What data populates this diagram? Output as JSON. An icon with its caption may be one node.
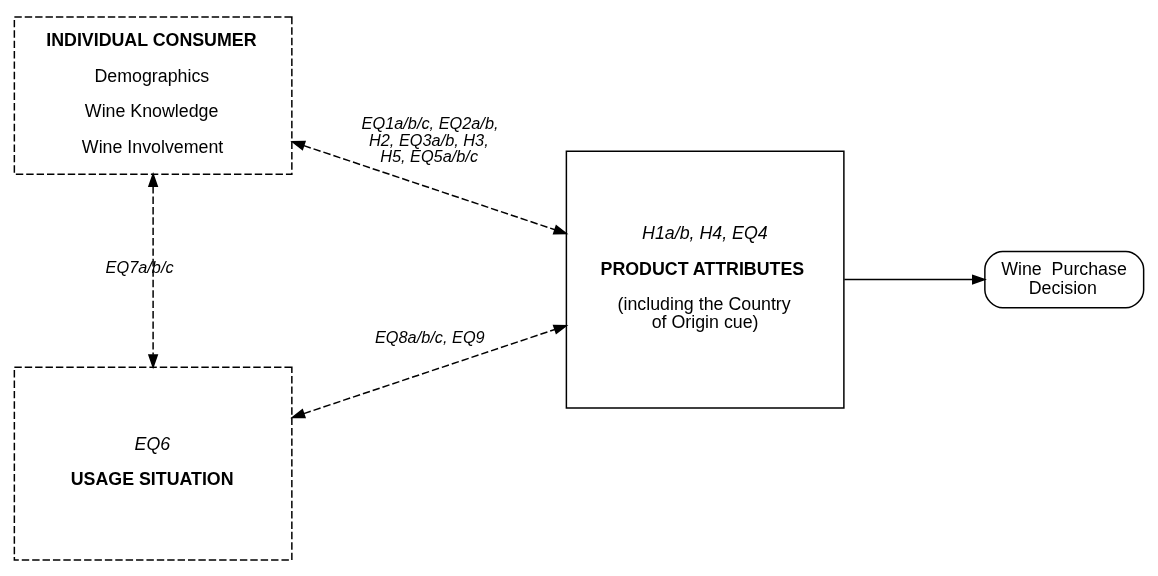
{
  "diagram": {
    "nodes": [
      {
        "text": [
          "INDIVIDUAL CONSUMER",
          "Demographics",
          "Wine Knowledge",
          "Wine Involvement"
        ]
      },
      {
        "text": [
          "EQ6",
          "USAGE SITUATION"
        ]
      },
      {
        "text": [
          "H1a/b, H4, EQ4",
          "PRODUCT ATTRIBUTES",
          "(including the Country of Origin cue)"
        ]
      },
      {
        "text": [
          "Wine  Purchase Decision"
        ]
      }
    ],
    "edges": [
      {
        "from": 0,
        "to": 2,
        "arrow": "both",
        "style": "dashed",
        "label": "EQ1a/b/c, EQ2a/b, H2, EQ3a/b, H3, H5, EQ5a/b/c"
      },
      {
        "from": 0,
        "to": 1,
        "arrow": "both",
        "style": "dashed",
        "label": "EQ7a/b/c"
      },
      {
        "from": 1,
        "to": 2,
        "arrow": "both",
        "style": "dashed",
        "label": "EQ8a/b/c, EQ9"
      },
      {
        "from": 2,
        "to": 3,
        "arrow": "to"
      }
    ]
  }
}
